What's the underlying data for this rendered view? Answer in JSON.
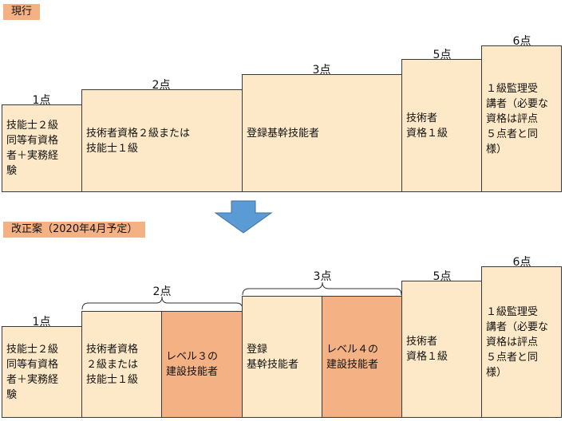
{
  "current": {
    "label": "現行",
    "points": [
      "1点",
      "2点",
      "3点",
      "5点",
      "6点"
    ],
    "boxes": [
      "技能士２級\n同等有資格\n者＋実務経\n験",
      "技術者資格２級または\n技能士１級",
      "登録基幹技能者",
      "技術者\n資格１級",
      "１級監理受\n講者（必要な\n資格は評点\n５点者と同\n様）"
    ]
  },
  "proposal": {
    "label": "改正案（2020年4月予定）",
    "points": [
      "1点",
      "2点",
      "3点",
      "5点",
      "6点"
    ],
    "boxes": [
      "技能士２級\n同等有資格\n者＋実務経\n験",
      "技術者資格\n２級または\n技能士１級",
      "レベル３の\n建設技能者",
      "登録\n基幹技能者",
      "レベル４の\n建設技能者",
      "技術者\n資格１級",
      "１級監理受\n講者（必要な\n資格は評点\n５点者と同\n様）"
    ]
  },
  "colors": {
    "box_fill": "#fde9c8",
    "highlight_fill": "#f4b183",
    "arrow_fill": "#5b9bd5"
  }
}
